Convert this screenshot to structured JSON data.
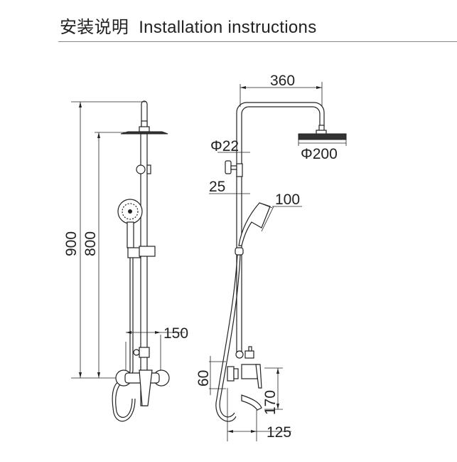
{
  "header": {
    "title_cn": "安装说明",
    "title_en": "Installation instructions"
  },
  "front_view": {
    "dims": {
      "total_height": "900",
      "head_height": "800",
      "mixer_spacing": "150"
    }
  },
  "side_view": {
    "dims": {
      "arm_length": "360",
      "head_diameter": "Φ200",
      "pipe_diameter": "Φ22",
      "offset": "25",
      "handheld_width": "100",
      "mixer_height": "60",
      "spout_height": "170",
      "spout_length": "125"
    }
  }
}
